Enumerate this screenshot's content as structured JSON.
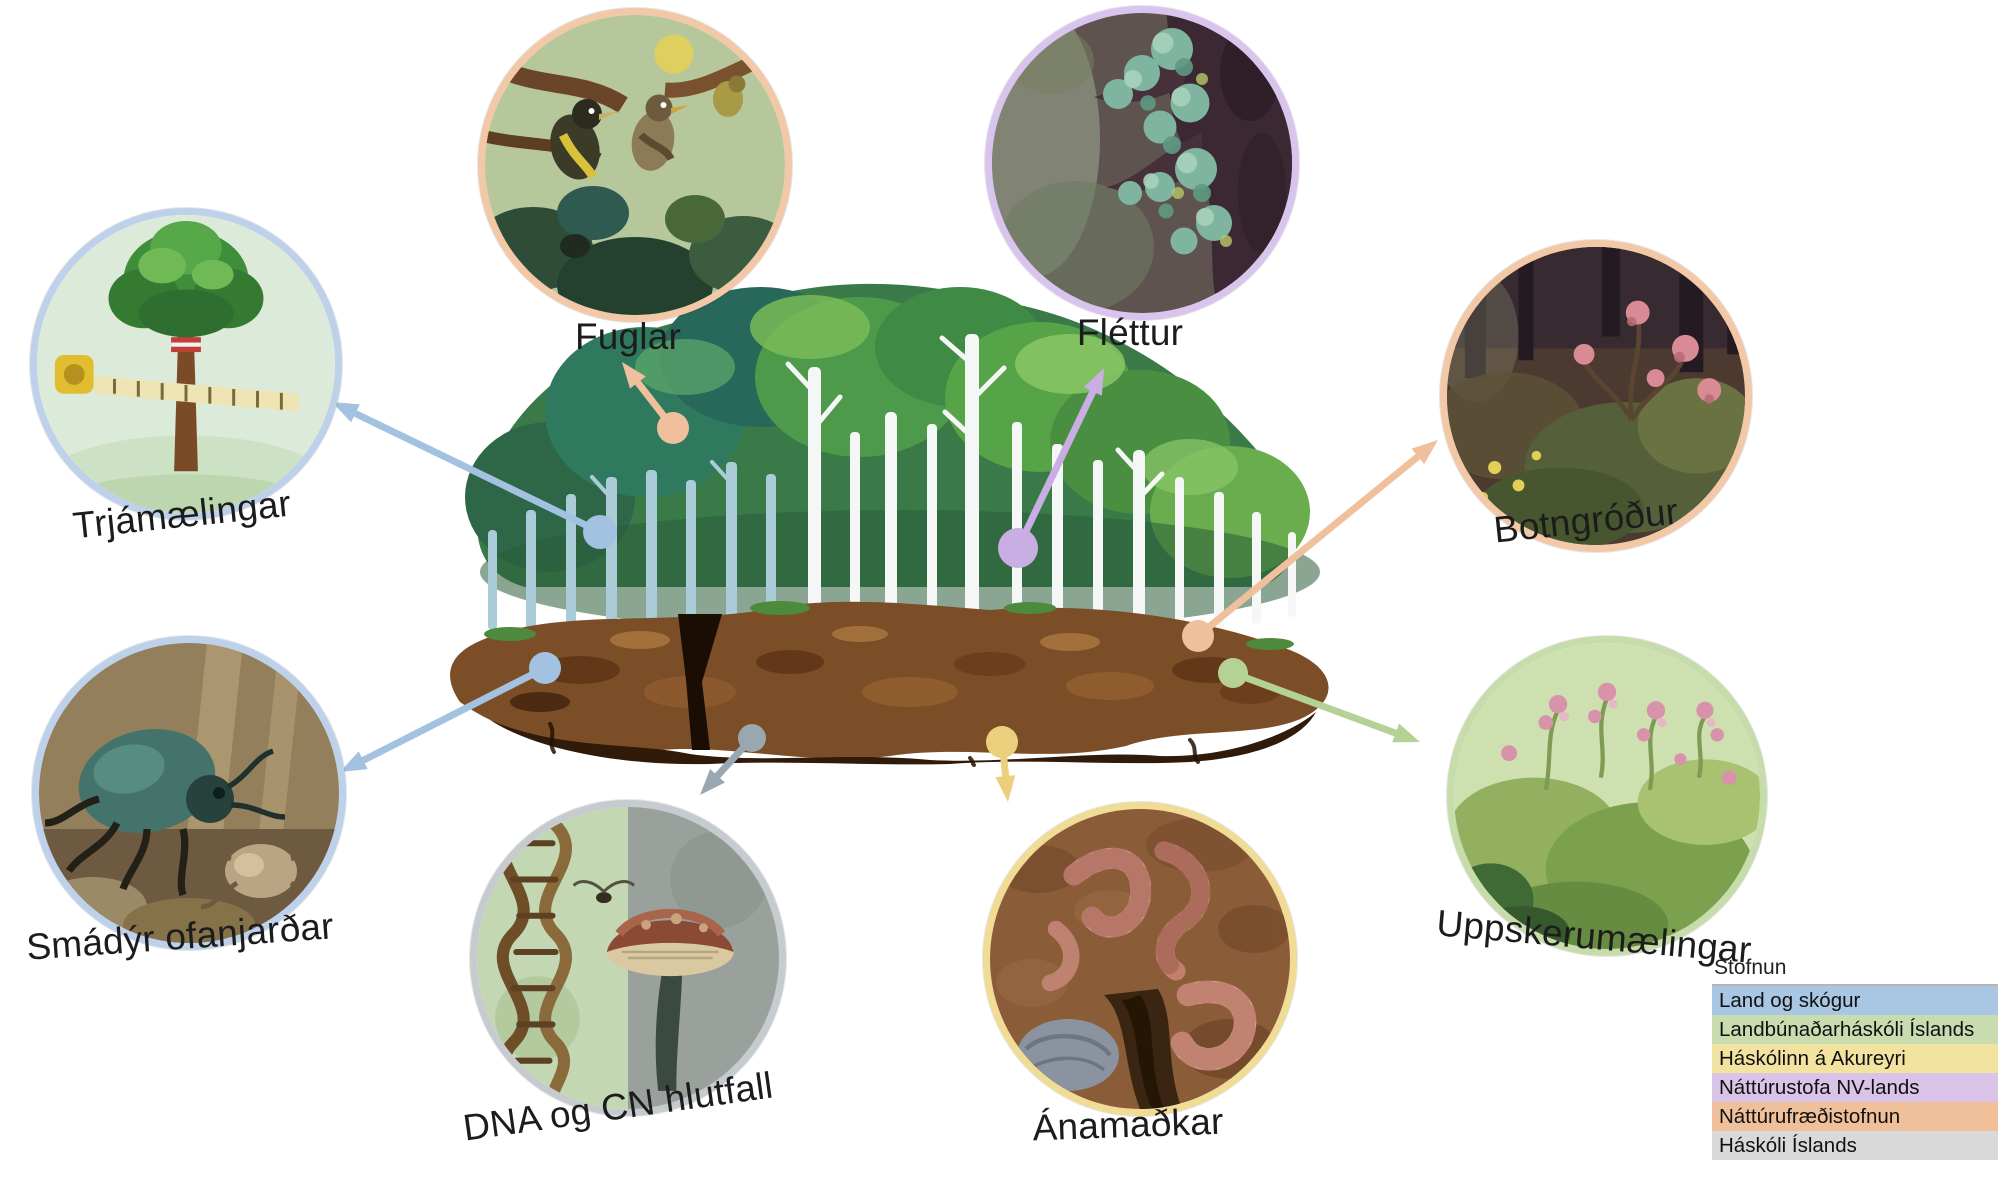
{
  "nodes": [
    {
      "id": "fuglar",
      "label": "Fuglar",
      "color": "#f0bf9b",
      "ring": "#f2c8a6"
    },
    {
      "id": "flettur",
      "label": "Fléttur",
      "color": "#c9aee4",
      "ring": "#d9c4ee"
    },
    {
      "id": "trjamaelingar",
      "label": "Trjámælingar",
      "color": "#a3c1e0",
      "ring": "#bdd2ea"
    },
    {
      "id": "botngrodur",
      "label": "Botngróður",
      "color": "#f0bf9b",
      "ring": "#f2c8a6"
    },
    {
      "id": "smadyr",
      "label": "Smádýr ofanjarðar",
      "color": "#a3c1e0",
      "ring": "#bdd2ea"
    },
    {
      "id": "uppskerumaelingar",
      "label": "Uppskerumælingar",
      "color": "#b5d295",
      "ring": "#c6dcaa"
    },
    {
      "id": "dna",
      "label": "DNA og CN hlutfall",
      "color": "#9aa6b0",
      "ring": "#c5cbce"
    },
    {
      "id": "anamadkar",
      "label": "Ánamaðkar",
      "color": "#eccf7d",
      "ring": "#f0dc95"
    }
  ],
  "legend": {
    "title": "Stofnun",
    "items": [
      {
        "label": "Land og skógur",
        "color": "#a9c6e3"
      },
      {
        "label": "Landbúnaðarháskóli Íslands",
        "color": "#c9dcaf"
      },
      {
        "label": "Háskólinn á Akureyri",
        "color": "#f3e3a1"
      },
      {
        "label": "Náttúrustofa NV-lands",
        "color": "#d9c3e6"
      },
      {
        "label": "Náttúrufræðistofnun",
        "color": "#f0c09a"
      },
      {
        "label": "Háskóli Íslands",
        "color": "#d9d9d9"
      }
    ]
  }
}
